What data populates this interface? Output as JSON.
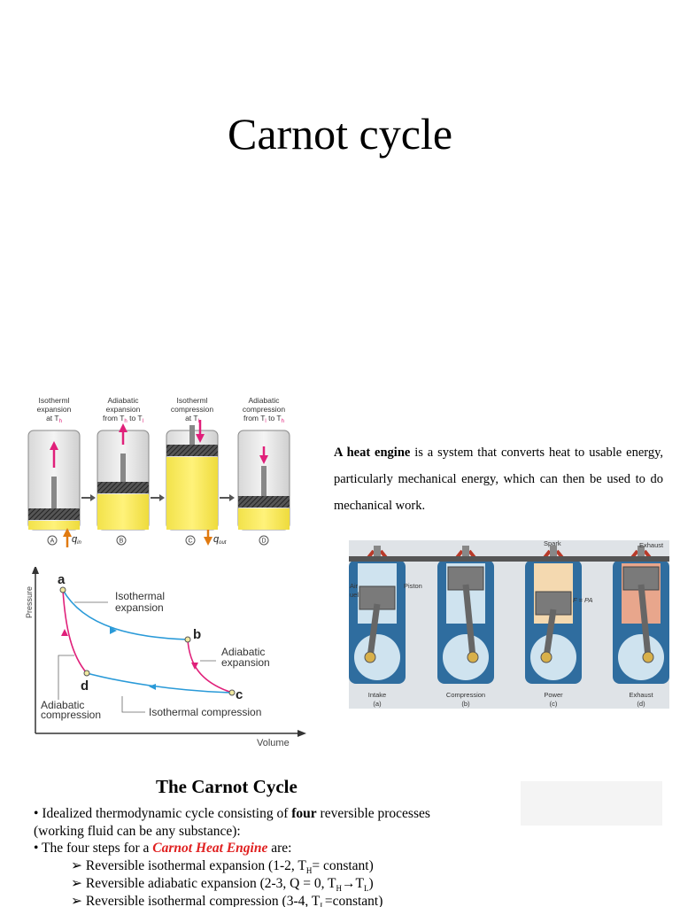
{
  "page": {
    "title": "Carnot cycle"
  },
  "cylinders": {
    "steps": [
      {
        "line1": "Isotherml",
        "line2": "expansion",
        "line3": "at T",
        "sub3": "h",
        "letter": "A"
      },
      {
        "line1": "Adiabatic",
        "line2": "expansion",
        "line3": "from T",
        "sub3": "h",
        "line3b": " to T",
        "sub3b": "l",
        "letter": "B"
      },
      {
        "line1": "Isotherml",
        "line2": "compression",
        "line3": "at T",
        "sub3": "l",
        "letter": "C"
      },
      {
        "line1": "Adiabatic",
        "line2": "compression",
        "line3": "from T",
        "sub3": "l",
        "line3b": " to T",
        "sub3b": "h",
        "letter": "D"
      }
    ],
    "q_in": "q",
    "q_in_sub": "in",
    "q_out": "q",
    "q_out_sub": "out"
  },
  "pv": {
    "ylabel": "Pressure",
    "xlabel": "Volume",
    "points": {
      "a": "a",
      "b": "b",
      "c": "c",
      "d": "d"
    },
    "labels": {
      "iso_exp_1": "Isothermal",
      "iso_exp_2": "expansion",
      "adi_exp_1": "Adiabatic",
      "adi_exp_2": "expansion",
      "adi_comp_1": "Adiabatic",
      "adi_comp_2": "compression",
      "iso_comp": "Isothermal compression"
    }
  },
  "description": {
    "bold": "A heat engine",
    "rest": " is a system that converts heat to usable energy, particularly mechanical energy, which can then be used to do mechanical work."
  },
  "engine": {
    "spark": "Spark",
    "exhaust_top": "Exhaust",
    "air": "Air",
    "fuel": "uel",
    "piston": "Piston",
    "force": "F = PA",
    "stages": [
      {
        "name": "Intake",
        "letter": "(a)"
      },
      {
        "name": "Compression",
        "letter": "(b)"
      },
      {
        "name": "Power",
        "letter": "(c)"
      },
      {
        "name": "Exhaust",
        "letter": "(d)"
      }
    ]
  },
  "slide": {
    "title": "The Carnot Cycle",
    "line1_a": "Idealized thermodynamic cycle consisting of ",
    "line1_b": "four",
    "line1_c": " reversible processes",
    "line2": "(working fluid can be any substance):",
    "line3_a": "The four steps for a ",
    "line3_b": "Carnot Heat Engine",
    "line3_c": " are:",
    "step1": "Reversible isothermal expansion (1-2, T",
    "step1_sub": "H",
    "step1_end": "= constant)",
    "step2": "Reversible adiabatic expansion (2-3, Q = 0, T",
    "step2_sub1": "H",
    "step2_arrow": "→",
    "step2_t": "T",
    "step2_sub2": "L",
    "step2_end": ")",
    "step3": "Reversible isothermal compression (3-4, T",
    "step3_sub": "L",
    "step3_end": "=constant)"
  }
}
